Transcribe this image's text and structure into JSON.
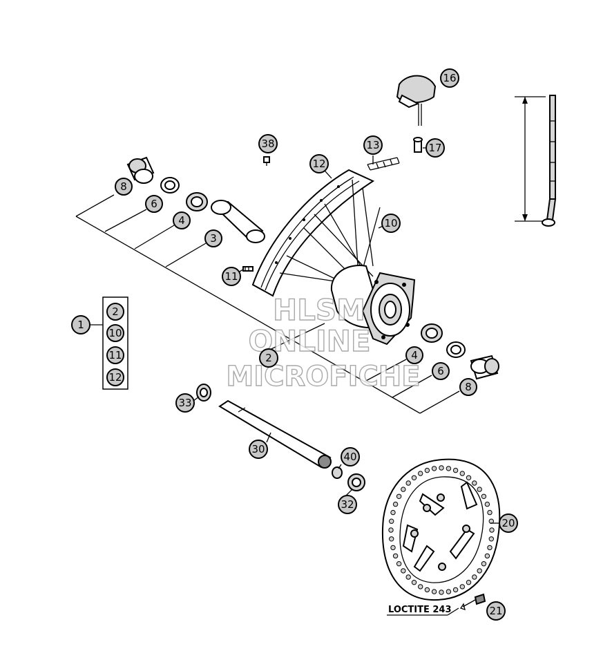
{
  "callouts": {
    "c1": "1",
    "c2": "2",
    "c2b": "2",
    "c3": "3",
    "c4a": "4",
    "c4b": "4",
    "c6a": "6",
    "c6b": "6",
    "c8a": "8",
    "c8b": "8",
    "c10": "10",
    "c10b": "10",
    "c11": "11",
    "c11b": "11",
    "c12": "12",
    "c12b": "12",
    "c13": "13",
    "c16": "16",
    "c17": "17",
    "c20": "20",
    "c21": "21",
    "c30": "30",
    "c32": "32",
    "c33": "33",
    "c38": "38",
    "c40": "40"
  },
  "watermark": {
    "line1": "HLSM",
    "line2": "ONLINE",
    "line3": "MICROFICHE"
  },
  "note": {
    "loctite": "LOCTITE 243"
  }
}
